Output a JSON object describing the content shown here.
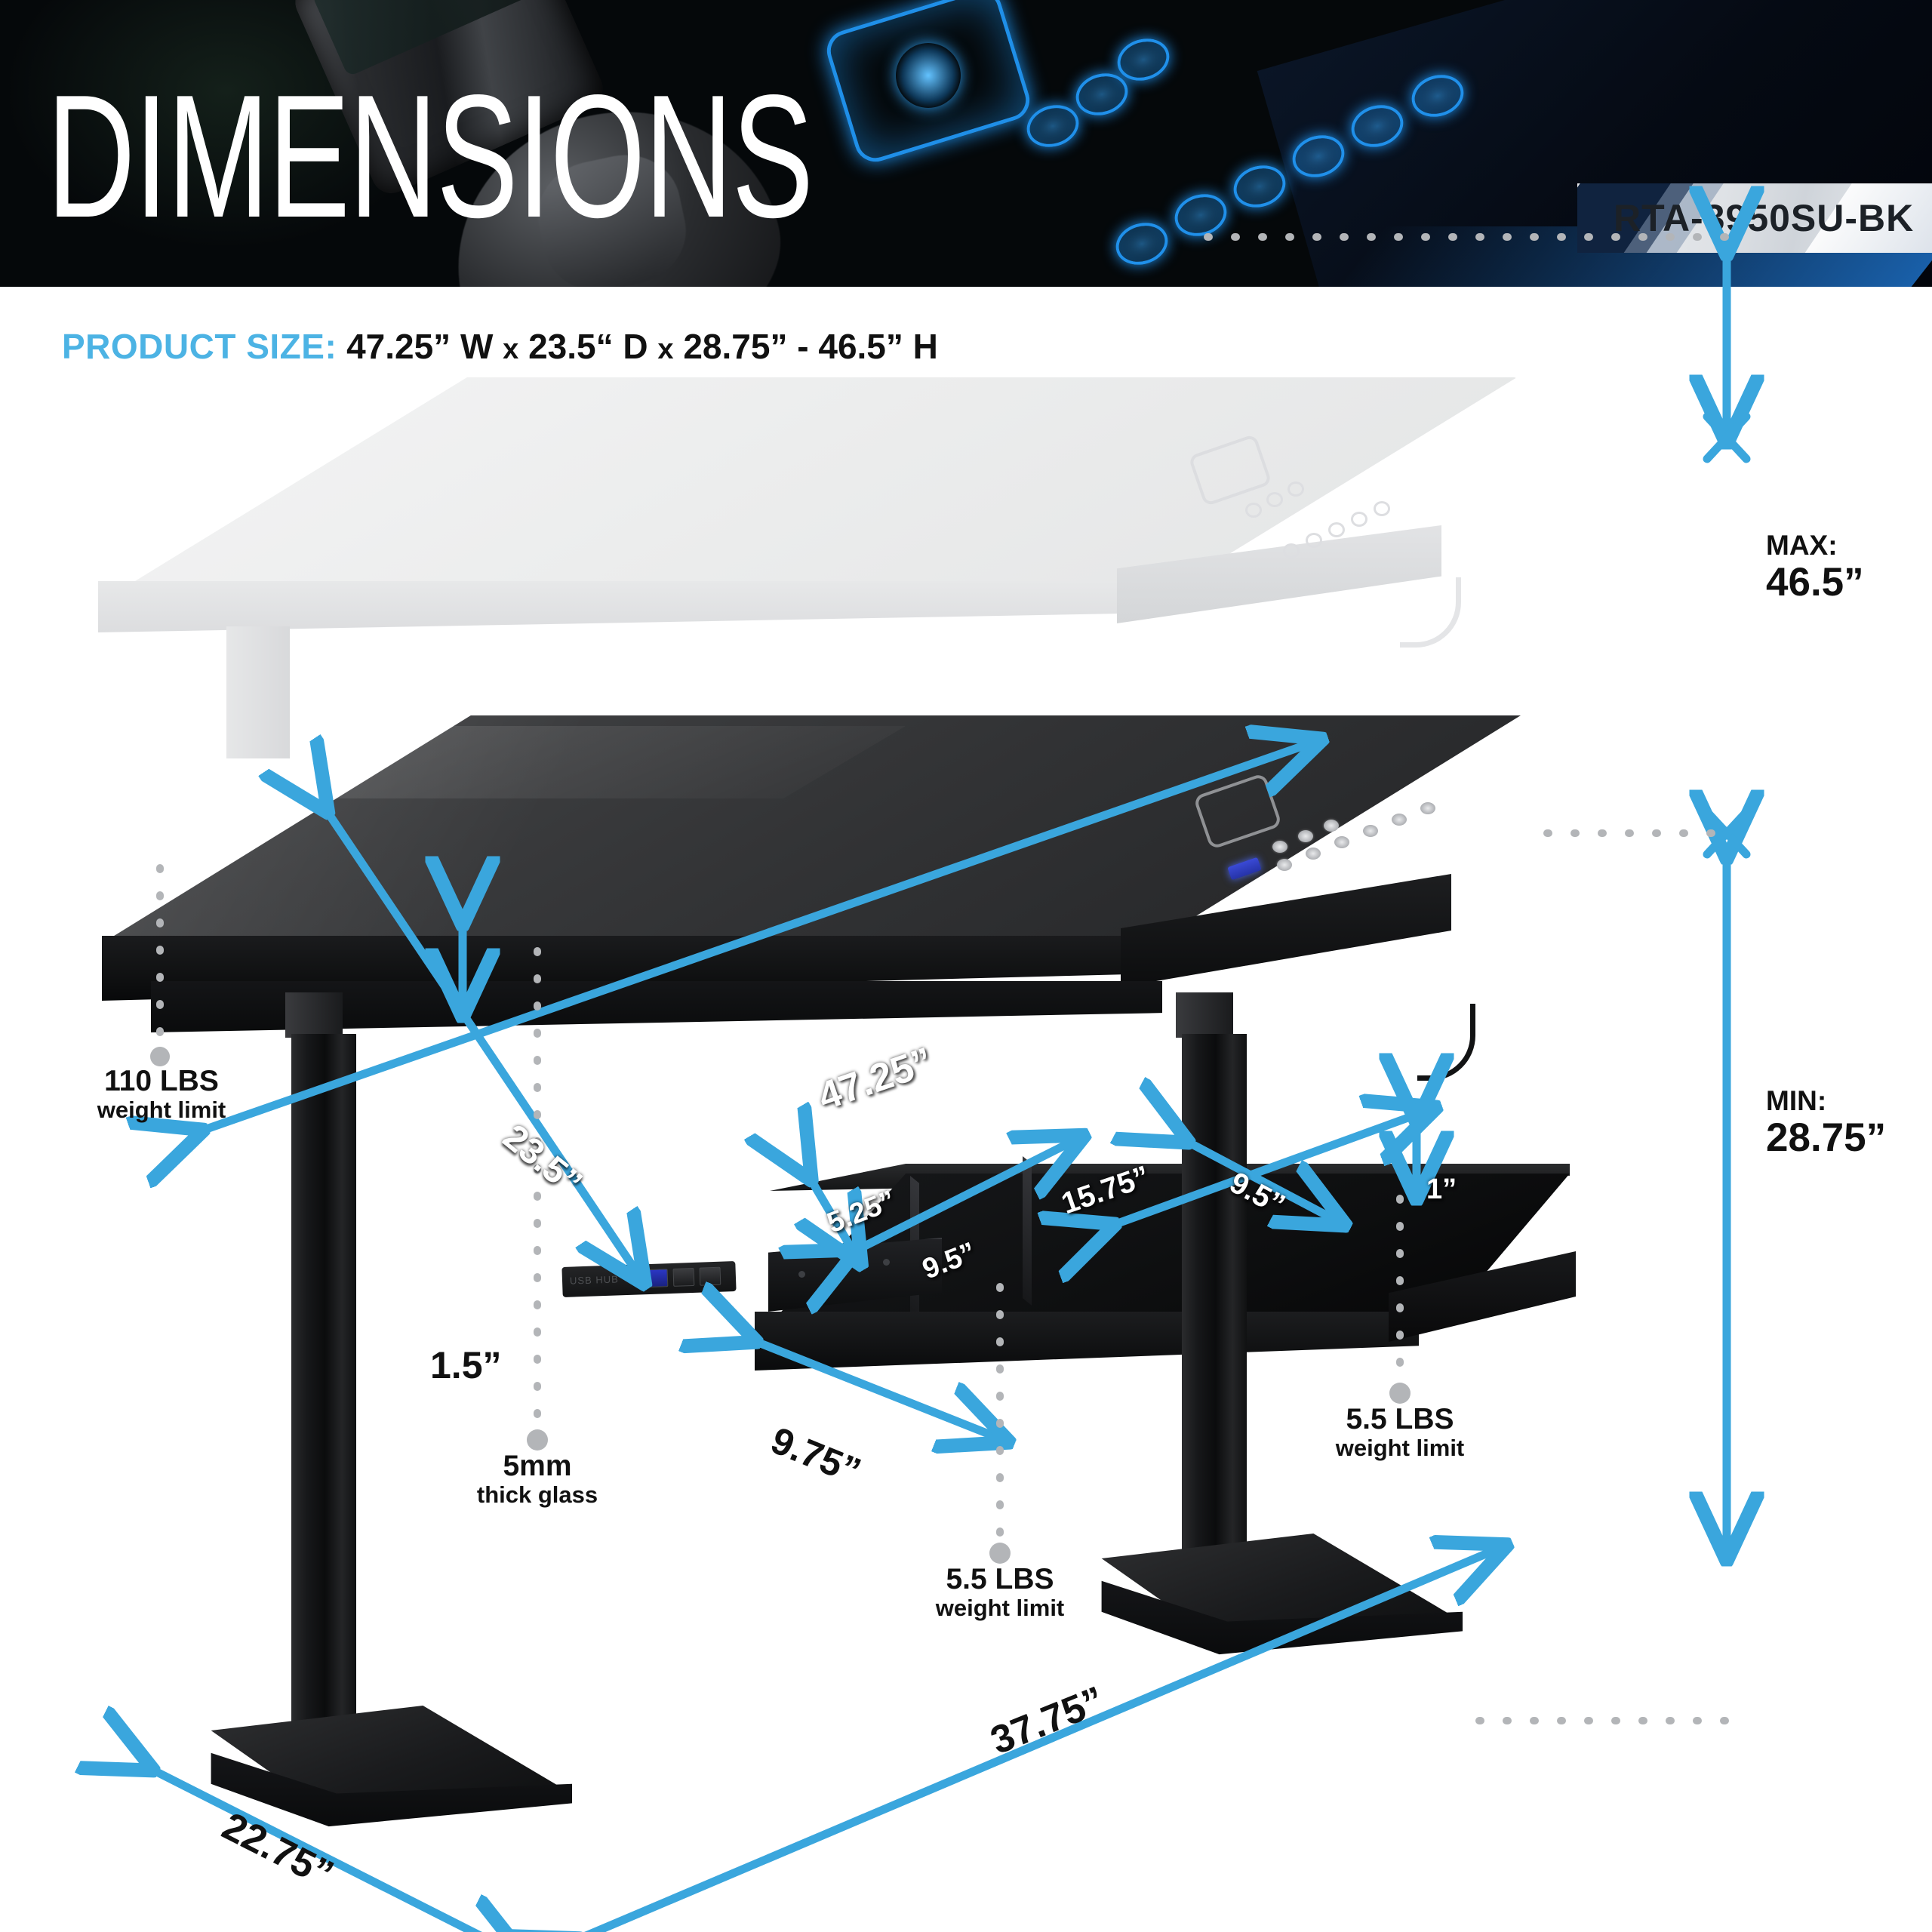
{
  "header": {
    "title": "DIMENSIONS",
    "model_number": "RTA-3950SU-BK"
  },
  "product_size": {
    "label": "PRODUCT SIZE:",
    "width": "47.25”",
    "width_unit": "W",
    "sep1": "x",
    "depth": "23.5“",
    "depth_unit": "D",
    "sep2": "x",
    "height_min": "28.75”",
    "dash": "-",
    "height_max": "46.5”",
    "height_unit": "H",
    "full": "47.25” W x 23.5“ D x 28.75” - 46.5” H"
  },
  "dimensions": {
    "desk_width": "47.25”",
    "desk_depth": "23.5”",
    "glass_thickness": "1.5”",
    "drawer_open_depth": "9.75”",
    "drawer_small_width": "5.25”",
    "drawer_small_depth": "9.5”",
    "drawer_large_width": "15.75”",
    "drawer_large_depth": "9.5”",
    "drawer_height": "1”",
    "foot_depth": "22.75”",
    "base_span": "37.75”"
  },
  "height_range": {
    "max_caption": "MAX:",
    "max_value": "46.5”",
    "min_caption": "MIN:",
    "min_value": "28.75”"
  },
  "callouts": [
    {
      "id": "desktop-weight",
      "value": "110 LBS",
      "note": "weight limit"
    },
    {
      "id": "glass-thickness",
      "value": "5mm",
      "note": "thick glass"
    },
    {
      "id": "drawer-left-weight",
      "value": "5.5 LBS",
      "note": "weight limit"
    },
    {
      "id": "drawer-right-weight",
      "value": "5.5 LBS",
      "note": "weight limit"
    }
  ],
  "colors": {
    "accent_blue": "#3aa6dd",
    "label_blue": "#4cb3e4",
    "dot_gray": "#b3b5b8",
    "text_dark": "#111111",
    "glass_dark": "#3b3c3e",
    "frame_black": "#0d0e0f"
  }
}
